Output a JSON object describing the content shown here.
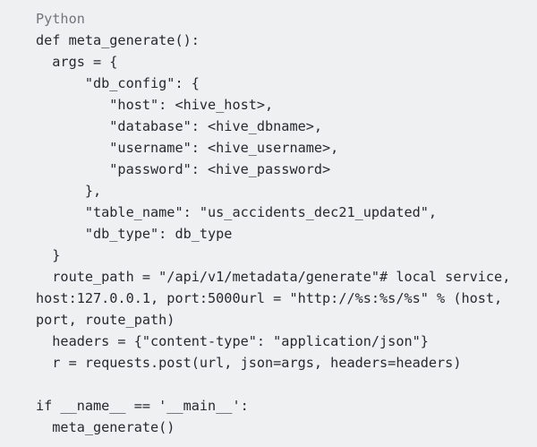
{
  "page": {
    "background_color": "#eef0f2"
  },
  "code_block": {
    "language_label": "Python",
    "label_color": "#71767c",
    "text_color": "#26292e",
    "lines": [
      "def meta_generate():",
      "  args = {",
      "      \"db_config\": {",
      "         \"host\": <hive_host>,",
      "         \"database\": <hive_dbname>,",
      "         \"username\": <hive_username>,",
      "         \"password\": <hive_password>",
      "      },",
      "      \"table_name\": \"us_accidents_dec21_updated\",",
      "      \"db_type\": db_type",
      "  }",
      "  route_path = \"/api/v1/metadata/generate\"# local service,",
      "host:127.0.0.1, port:5000url = \"http://%s:%s/%s\" % (host,",
      "port, route_path)",
      "  headers = {\"content-type\": \"application/json\"}",
      "  r = requests.post(url, json=args, headers=headers)",
      "",
      "if __name__ == '__main__':",
      "  meta_generate()"
    ]
  }
}
